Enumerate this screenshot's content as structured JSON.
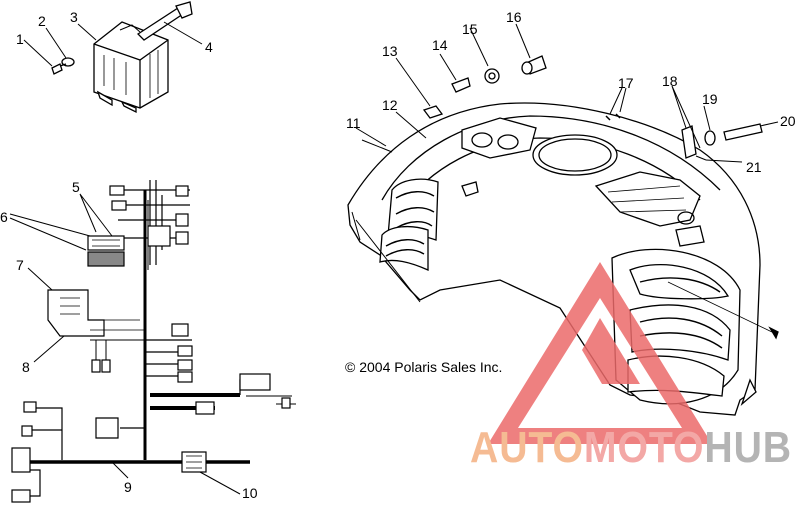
{
  "diagram": {
    "callouts": [
      "1",
      "2",
      "3",
      "4",
      "5",
      "6",
      "7",
      "8",
      "9",
      "10",
      "11",
      "12",
      "13",
      "14",
      "15",
      "16",
      "17",
      "18",
      "19",
      "20",
      "21"
    ],
    "copyright": "© 2004 Polaris Sales Inc."
  },
  "watermark": {
    "part_a": "AUTO",
    "part_b": "MOTO",
    "part_c": "HUB",
    "colors": {
      "auto": "#f4b081",
      "moto": "#f29a97",
      "hub": "#a8a8a8",
      "logo": "#ec6a6a"
    }
  },
  "colors": {
    "line": "#000000",
    "background": "#ffffff"
  }
}
